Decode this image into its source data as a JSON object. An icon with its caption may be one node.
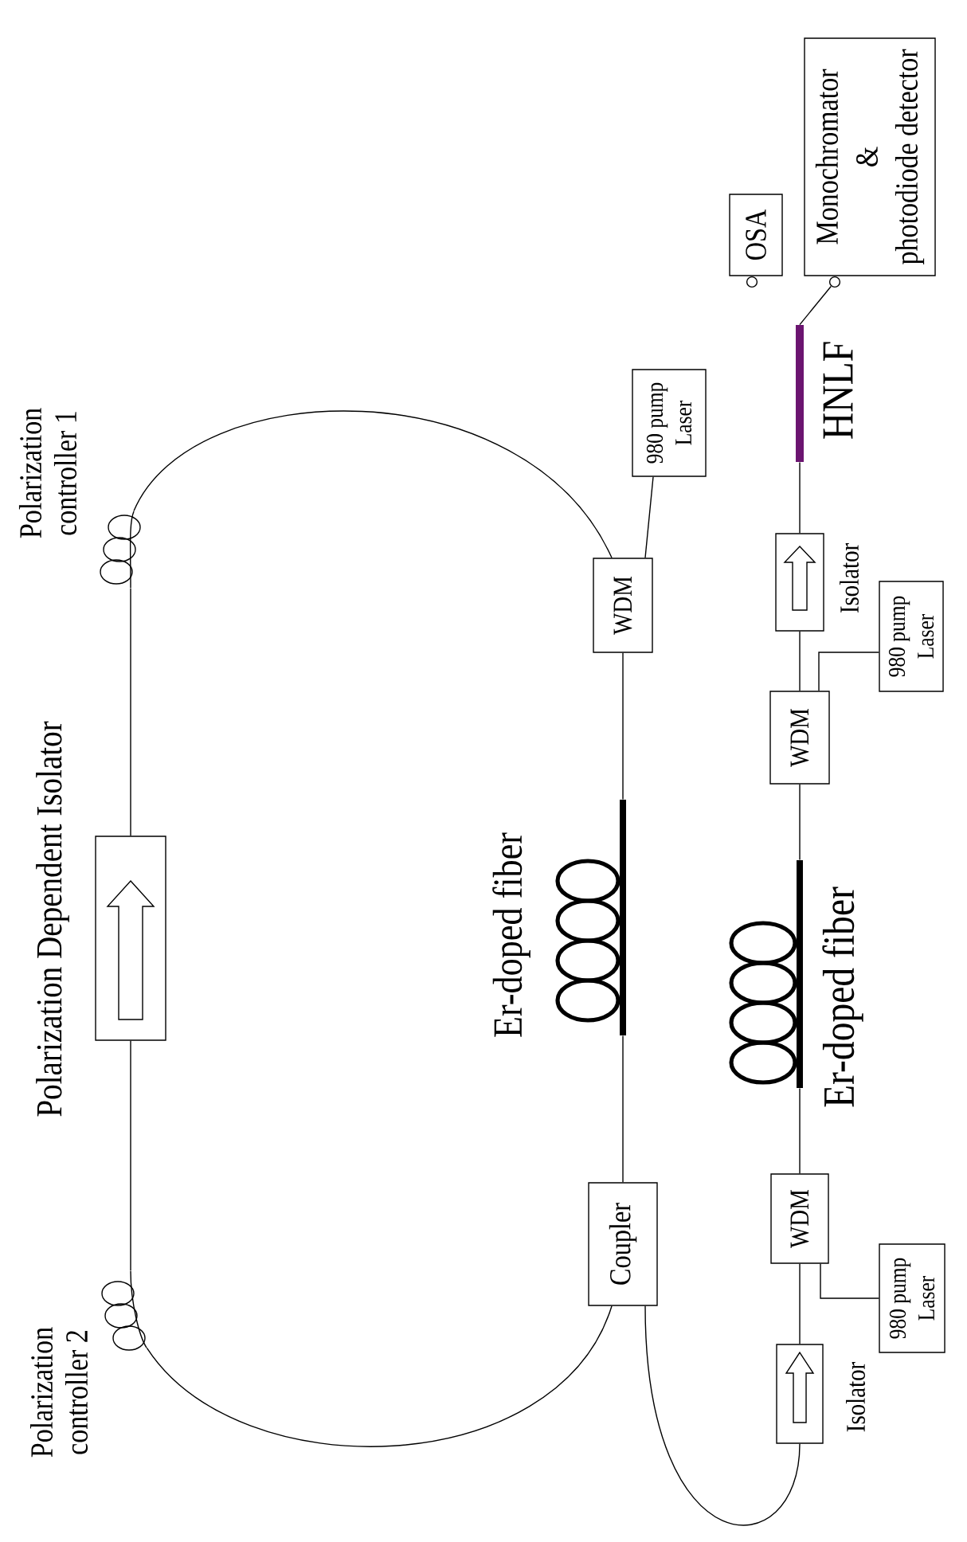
{
  "diagram": {
    "nodes": [
      {
        "text": [
          "Polarization Dependent Isolator"
        ]
      },
      {
        "text": [],
        "shape": "circle",
        "beside": [
          "Polarization controller 1"
        ]
      },
      {
        "text": [
          "WDM"
        ]
      },
      {
        "text": [
          "980 pump Laser"
        ]
      },
      {
        "text": [],
        "shape": "coil",
        "beside": [
          "Er-doped fiber"
        ]
      },
      {
        "text": [
          "Coupler"
        ]
      },
      {
        "text": [],
        "shape": "circle",
        "beside": [
          "Polarization controller 2"
        ]
      },
      {
        "text": [
          "Isolator"
        ]
      },
      {
        "text": [
          "WDM"
        ]
      },
      {
        "text": [
          "980 pump Laser"
        ]
      },
      {
        "text": [],
        "shape": "coil",
        "beside": [
          "Er-doped fiber"
        ]
      },
      {
        "text": [
          "WDM"
        ]
      },
      {
        "text": [
          "980 pump Laser"
        ]
      },
      {
        "text": [
          "Isolator"
        ]
      },
      {
        "text": [],
        "shape": "bar",
        "beside": [
          "HNLF"
        ]
      },
      {
        "text": [
          "Monochromator & photodiode detector"
        ]
      },
      {
        "text": [
          "OSA"
        ]
      }
    ],
    "edges": [
      {
        "from": 0,
        "to": 1,
        "arrow": "none"
      },
      {
        "from": 1,
        "to": 2,
        "arrow": "none"
      },
      {
        "from": 2,
        "to": 3,
        "arrow": "none"
      },
      {
        "from": 2,
        "to": 4,
        "arrow": "none"
      },
      {
        "from": 4,
        "to": 5,
        "arrow": "none"
      },
      {
        "from": 5,
        "to": 6,
        "arrow": "none"
      },
      {
        "from": 6,
        "to": 0,
        "arrow": "none"
      },
      {
        "from": 5,
        "to": 7,
        "arrow": "none"
      },
      {
        "from": 7,
        "to": 8,
        "arrow": "none"
      },
      {
        "from": 8,
        "to": 9,
        "arrow": "none"
      },
      {
        "from": 8,
        "to": 10,
        "arrow": "none"
      },
      {
        "from": 10,
        "to": 11,
        "arrow": "none"
      },
      {
        "from": 11,
        "to": 12,
        "arrow": "none"
      },
      {
        "from": 11,
        "to": 13,
        "arrow": "none"
      },
      {
        "from": 13,
        "to": 14,
        "arrow": "none"
      },
      {
        "from": 14,
        "to": 15,
        "arrow": "none"
      }
    ]
  }
}
